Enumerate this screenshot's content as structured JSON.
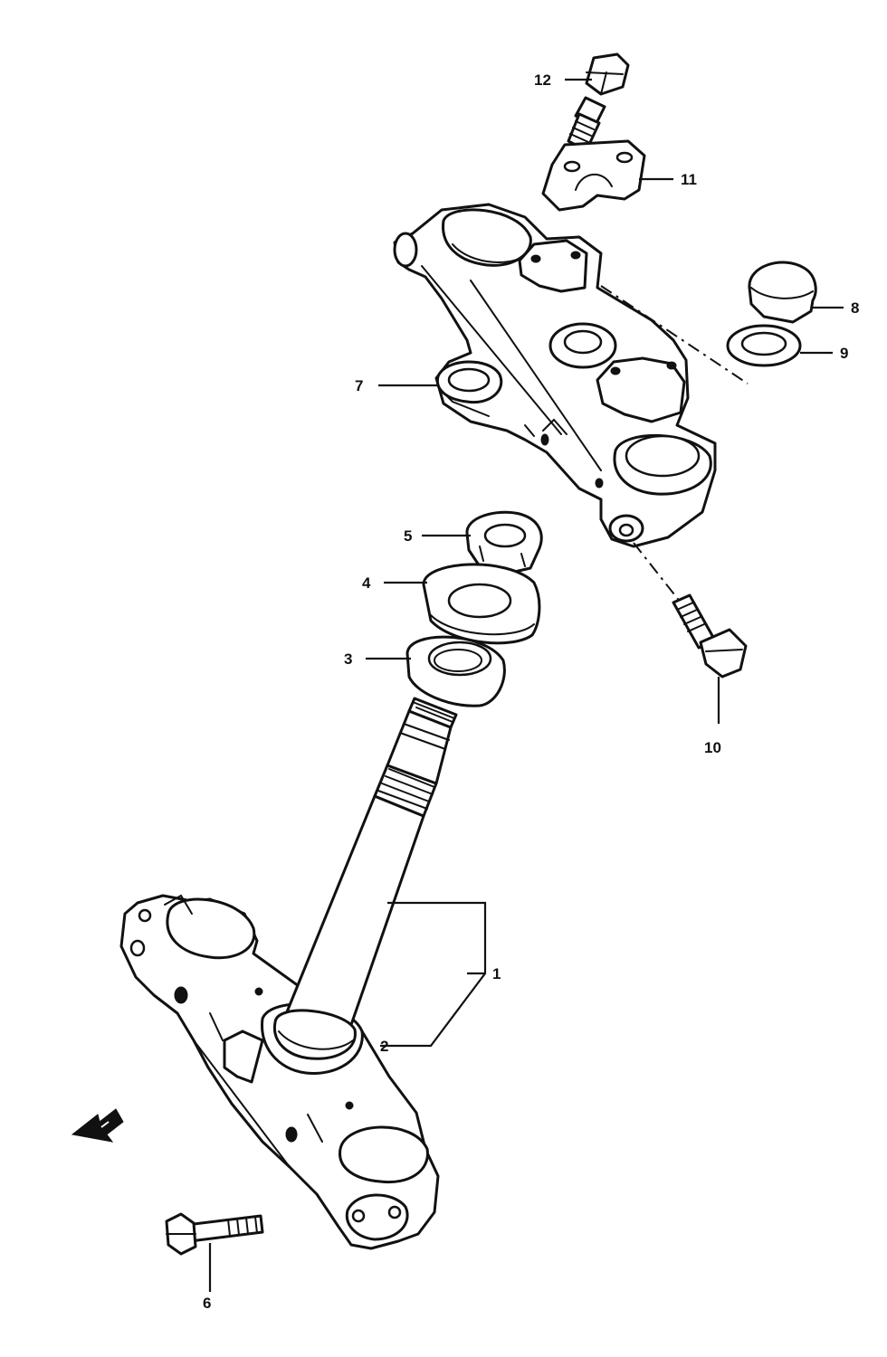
{
  "callouts": {
    "c1": "1",
    "c2": "2",
    "c3": "3",
    "c4": "4",
    "c5": "5",
    "c6": "6",
    "c7": "7",
    "c8": "8",
    "c9": "9",
    "c10": "10",
    "c11": "11",
    "c12": "12"
  },
  "colors": {
    "ink": "#111111",
    "paper": "#ffffff"
  },
  "icons": {
    "front_arrow": "arrow-left-down-icon"
  }
}
